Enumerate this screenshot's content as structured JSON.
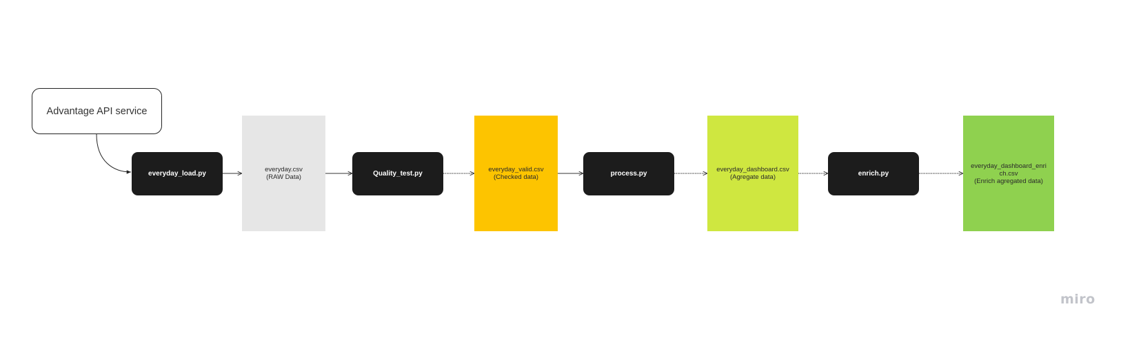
{
  "diagram": {
    "source": {
      "label": "Advantage API service"
    },
    "scripts": [
      {
        "id": "load",
        "label": "everyday_load.py"
      },
      {
        "id": "quality",
        "label": "Quality_test.py"
      },
      {
        "id": "process",
        "label": "process.py"
      },
      {
        "id": "enrich",
        "label": "enrich.py"
      }
    ],
    "files": [
      {
        "id": "raw",
        "line1": "everyday.csv",
        "line2": "(RAW Data)",
        "color": "#e6e6e6"
      },
      {
        "id": "valid",
        "line1": "everyday_valid.csv",
        "line2": "(Checked data)",
        "color": "#fdc400"
      },
      {
        "id": "dashboard",
        "line1": "everyday_dashboard.csv",
        "line2": "(Agregate data)",
        "color": "#cfe740"
      },
      {
        "id": "enriched",
        "line1": "everyday_dashboard_enri",
        "line2": "ch.csv",
        "line3": "(Enrich agregated data)",
        "color": "#8fd14f"
      }
    ]
  },
  "watermark": "miro"
}
